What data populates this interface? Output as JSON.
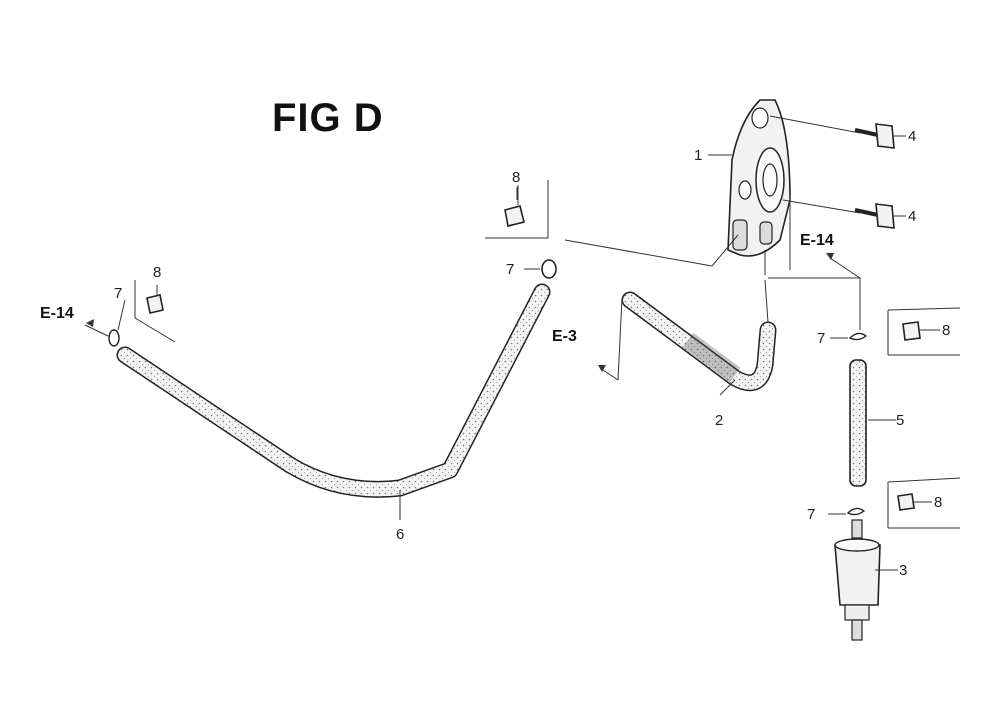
{
  "title": "FIG D",
  "labels": {
    "p1": "1",
    "p2": "2",
    "p3": "3",
    "p4a": "4",
    "p4b": "4",
    "p5": "5",
    "p6": "6",
    "p7a": "7",
    "p7b": "7",
    "p7c": "7",
    "p7d": "7",
    "p8a": "8",
    "p8b": "8",
    "p8c": "8",
    "p8d": "8"
  },
  "refs": {
    "e14_left": "E-14",
    "e14_right": "E-14",
    "e3": "E-3"
  }
}
